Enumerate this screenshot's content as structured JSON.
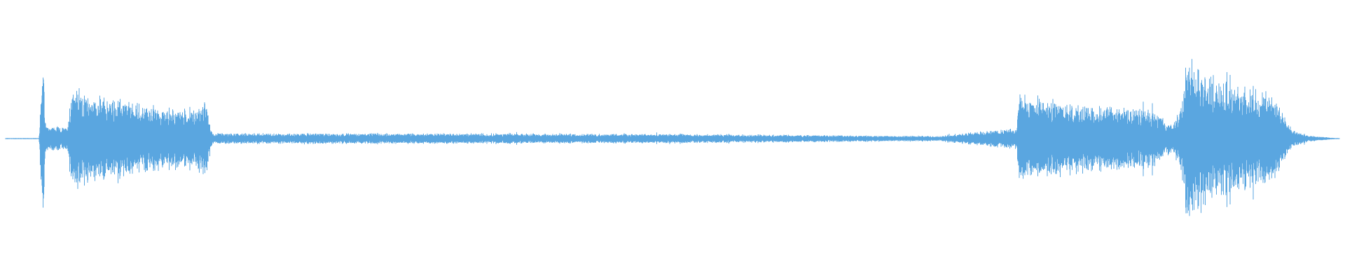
{
  "waveform": {
    "color": "#5aa6e0",
    "background": "#ffffff",
    "envelope": [
      {
        "t": 0.0,
        "amp": 0.002
      },
      {
        "t": 0.025,
        "amp": 0.004
      },
      {
        "t": 0.028,
        "amp": 0.6
      },
      {
        "t": 0.03,
        "amp": 0.1
      },
      {
        "t": 0.046,
        "amp": 0.08
      },
      {
        "t": 0.05,
        "amp": 0.42
      },
      {
        "t": 0.06,
        "amp": 0.34
      },
      {
        "t": 0.1,
        "amp": 0.26
      },
      {
        "t": 0.14,
        "amp": 0.22
      },
      {
        "t": 0.15,
        "amp": 0.28
      },
      {
        "t": 0.155,
        "amp": 0.04
      },
      {
        "t": 0.3,
        "amp": 0.04
      },
      {
        "t": 0.5,
        "amp": 0.035
      },
      {
        "t": 0.7,
        "amp": 0.02
      },
      {
        "t": 0.735,
        "amp": 0.06
      },
      {
        "t": 0.758,
        "amp": 0.08
      },
      {
        "t": 0.76,
        "amp": 0.34
      },
      {
        "t": 0.8,
        "amp": 0.26
      },
      {
        "t": 0.86,
        "amp": 0.22
      },
      {
        "t": 0.875,
        "amp": 0.1
      },
      {
        "t": 0.882,
        "amp": 0.28
      },
      {
        "t": 0.885,
        "amp": 0.62
      },
      {
        "t": 0.91,
        "amp": 0.44
      },
      {
        "t": 0.95,
        "amp": 0.34
      },
      {
        "t": 0.965,
        "amp": 0.06
      },
      {
        "t": 0.98,
        "amp": 0.02
      },
      {
        "t": 1.0,
        "amp": 0.002
      }
    ]
  }
}
